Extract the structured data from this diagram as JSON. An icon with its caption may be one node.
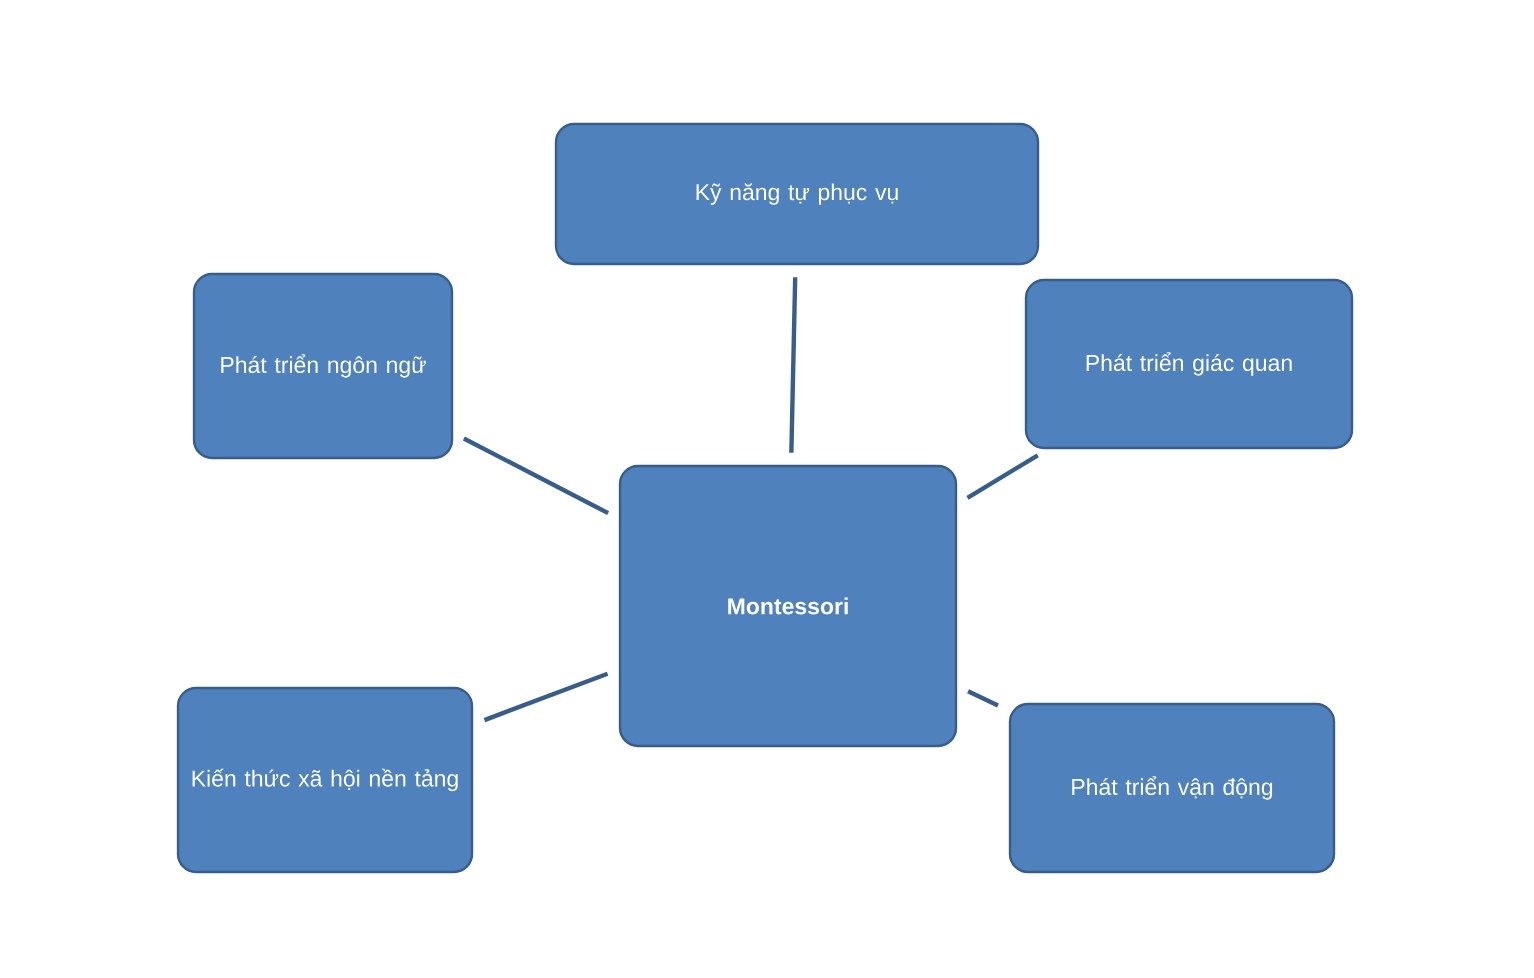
{
  "diagram": {
    "nodes": [
      {
        "text": [
          "Kỹ năng tự phục vụ"
        ]
      },
      {
        "text": [
          "Phát triển ngôn ngữ"
        ]
      },
      {
        "text": [
          "Phát triển giác quan"
        ]
      },
      {
        "text": [
          "Montessori"
        ]
      },
      {
        "text": [
          "Kiến thức xã hội nền tảng"
        ]
      },
      {
        "text": [
          "Phát triển vận động"
        ]
      }
    ],
    "edges": [
      {
        "from": 3,
        "to": 0,
        "arrow": "none"
      },
      {
        "from": 3,
        "to": 1,
        "arrow": "none"
      },
      {
        "from": 3,
        "to": 2,
        "arrow": "none"
      },
      {
        "from": 3,
        "to": 4,
        "arrow": "none"
      },
      {
        "from": 3,
        "to": 5,
        "arrow": "none"
      }
    ]
  }
}
